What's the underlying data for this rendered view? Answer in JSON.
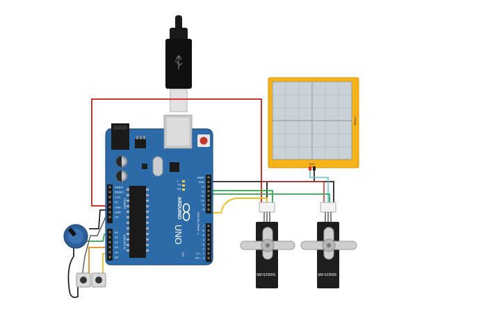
{
  "colors": {
    "board": "#2d6aa8",
    "board_dark": "#1f4f82",
    "wire_red": "#d9302c",
    "wire_black": "#222222",
    "wire_green": "#2fa84f",
    "wire_yellow": "#f2c01e",
    "wire_orange": "#e8891e",
    "wire_gray": "#555555",
    "scope_frame": "#f5b318",
    "scope_screen": "#c9d2d6"
  },
  "arduino": {
    "brand": "ARDUINO",
    "model": "UNO",
    "digital_label": "DIGITAL (PWM ~)",
    "power_label": "POWER",
    "analog_label": "ANALOG IN",
    "on_label": "ON",
    "tx_label": "TX",
    "rx_label": "RX",
    "l_label": "L",
    "top_pins": [
      "AREF",
      "GND",
      "13",
      "12",
      "~11",
      "~10",
      "~9",
      "8"
    ],
    "bottom_pins": [
      "7",
      "~6",
      "~5",
      "4",
      "~3",
      "2",
      "TX→ 1",
      "RX← 0"
    ],
    "power_pins": [
      "IOREF",
      "RESET",
      "3.3V",
      "5V",
      "GND",
      "GND",
      "Vin"
    ],
    "analog_pins": [
      "A0",
      "A1",
      "A2",
      "A3",
      "A4",
      "A5"
    ]
  },
  "servos": [
    {
      "model": "SM-S2309S"
    },
    {
      "model": "SM-S2309S"
    }
  ],
  "oscilloscope": {
    "x_label": "Time",
    "y_label": "Voltage"
  }
}
